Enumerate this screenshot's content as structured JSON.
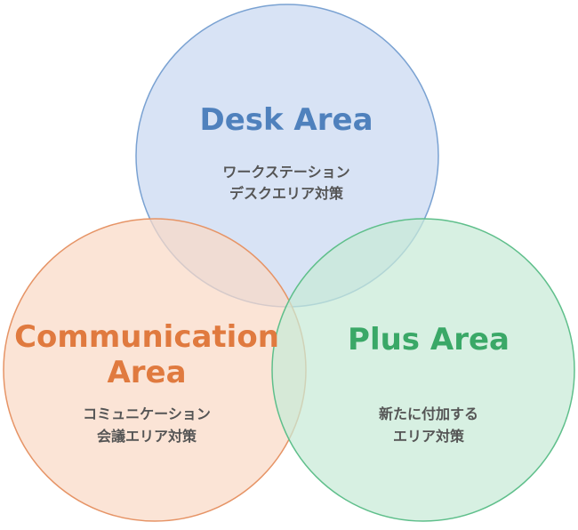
{
  "colors": {
    "desk_fill": "#c9d8f1",
    "desk_stroke": "#7aa2d2",
    "desk_text": "#4f81bd",
    "comm_fill": "#f9d9c6",
    "comm_stroke": "#e69466",
    "comm_text": "#e07a3f",
    "plus_fill": "#c8ead7",
    "plus_stroke": "#5fbf8b",
    "plus_text": "#3aa867"
  },
  "circles": {
    "desk": {
      "title": "Desk Area",
      "desc_line1": "ワークステーション",
      "desc_line2": "デスクエリア対策"
    },
    "communication": {
      "title_line1": "Communication",
      "title_line2": "Area",
      "desc_line1": "コミュニケーション",
      "desc_line2": "会議エリア対策"
    },
    "plus": {
      "title": "Plus Area",
      "desc_line1": "新たに付加する",
      "desc_line2": "エリア対策"
    }
  }
}
